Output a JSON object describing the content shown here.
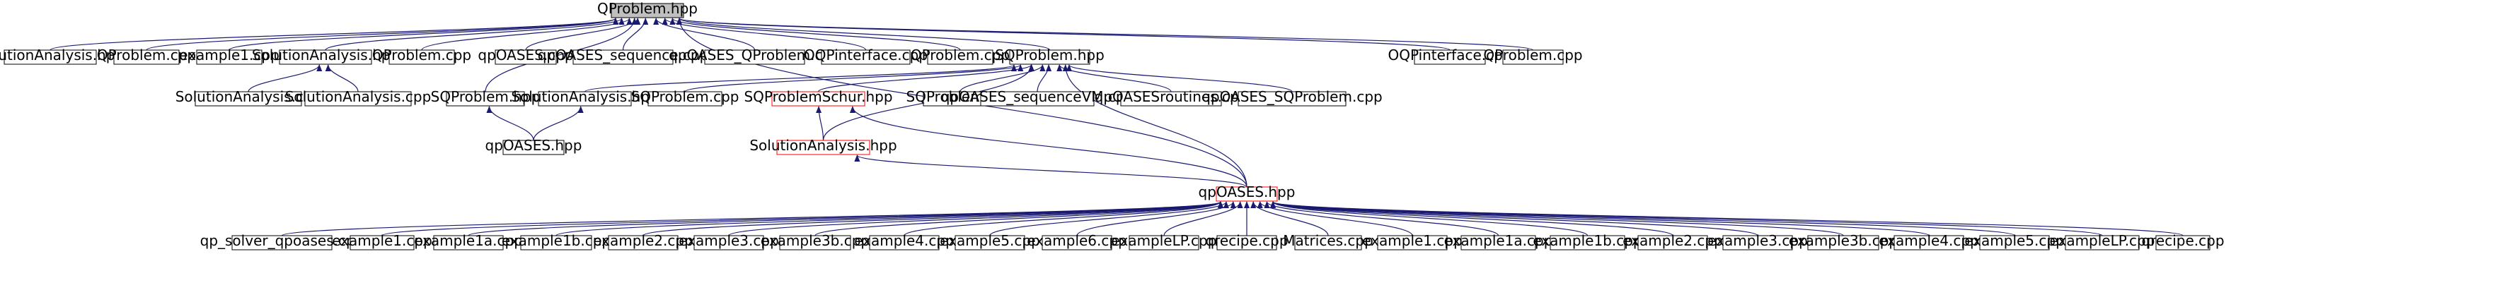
{
  "colors": {
    "background": "#ffffff",
    "edge": "#191970",
    "node_border": "#000000",
    "root_fill": "#bfbfbf",
    "highlight_border": "#ff0000",
    "text": "#000000"
  },
  "nodes": {
    "qproblem_hpp_root": "QProblem.hpp",
    "solutionanalysis_hpp_1": "SolutionAnalysis.hpp",
    "qproblem_cpp_1": "QProblem.cpp",
    "example1_cpp_1": "example1.cpp",
    "solutionanalysis_hpp_2": "SolutionAnalysis.hpp",
    "qproblem_cpp_2": "QProblem.cpp",
    "qpoases_cpp": "qpOASES.cpp",
    "qpoases_sequence_cpp": "qpOASES_sequence.cpp",
    "qpoases_qproblem_cpp": "qpOASES_QProblem.cpp",
    "oqpinterface_cpp_1": "OQPinterface.cpp",
    "qproblem_cpp_3": "QProblem.cpp",
    "sqproblem_hpp_1": "SQProblem.hpp",
    "oqpinterface_cpp_2": "OQPinterface.cpp",
    "qproblem_cpp_4": "QProblem.cpp",
    "solutionanalysis_cpp_1": "SolutionAnalysis.cpp",
    "solutionanalysis_cpp_2": "SolutionAnalysis.cpp",
    "sqproblem_hpp_2": "SQProblem.hpp",
    "solutionanalysis_hpp_3": "SolutionAnalysis.hpp",
    "sqproblem_cpp_1": "SQProblem.cpp",
    "sqproblemschur_hpp": "SQProblemSchur.hpp",
    "sqproblem_cpp_2": "SQProblem.cpp",
    "qpoases_sequencevm_cpp": "qpOASES_sequenceVM.cpp",
    "qpoasesroutines_cpp": "qpOASESroutines.cpp",
    "qpoases_sqproblem_cpp": "qpOASES_SQProblem.cpp",
    "qpoases_hpp_1": "qpOASES.hpp",
    "solutionanalysis_hpp_4": "SolutionAnalysis.hpp",
    "qpoases_hpp_2": "qpOASES.hpp",
    "qp_solver_qpoases_cpp": "qp_solver_qpoases.cpp",
    "b_example1_cpp": "example1.cpp",
    "b_example1a_cpp": "example1a.cpp",
    "b_example1b_cpp": "example1b.cpp",
    "b_example2_cpp": "example2.cpp",
    "b_example3_cpp": "example3.cpp",
    "b_example3b_cpp": "example3b.cpp",
    "b_example4_cpp": "example4.cpp",
    "b_example5_cpp": "example5.cpp",
    "b_example6_cpp": "example6.cpp",
    "b_exampleLP_cpp": "exampleLP.cpp",
    "b_qrecipe_cpp_1": "qrecipe.cpp",
    "b_matrices_cpp": "Matrices.cpp",
    "c_example1_cpp": "example1.cpp",
    "c_example1a_cpp": "example1a.cpp",
    "c_example1b_cpp": "example1b.cpp",
    "c_example2_cpp": "example2.cpp",
    "c_example3_cpp": "example3.cpp",
    "c_example3b_cpp": "example3b.cpp",
    "c_example4_cpp": "example4.cpp",
    "c_example5_cpp": "example5.cpp",
    "c_exampleLP_cpp": "exampleLP.cpp",
    "c_qrecipe_cpp_2": "qrecipe.cpp"
  }
}
